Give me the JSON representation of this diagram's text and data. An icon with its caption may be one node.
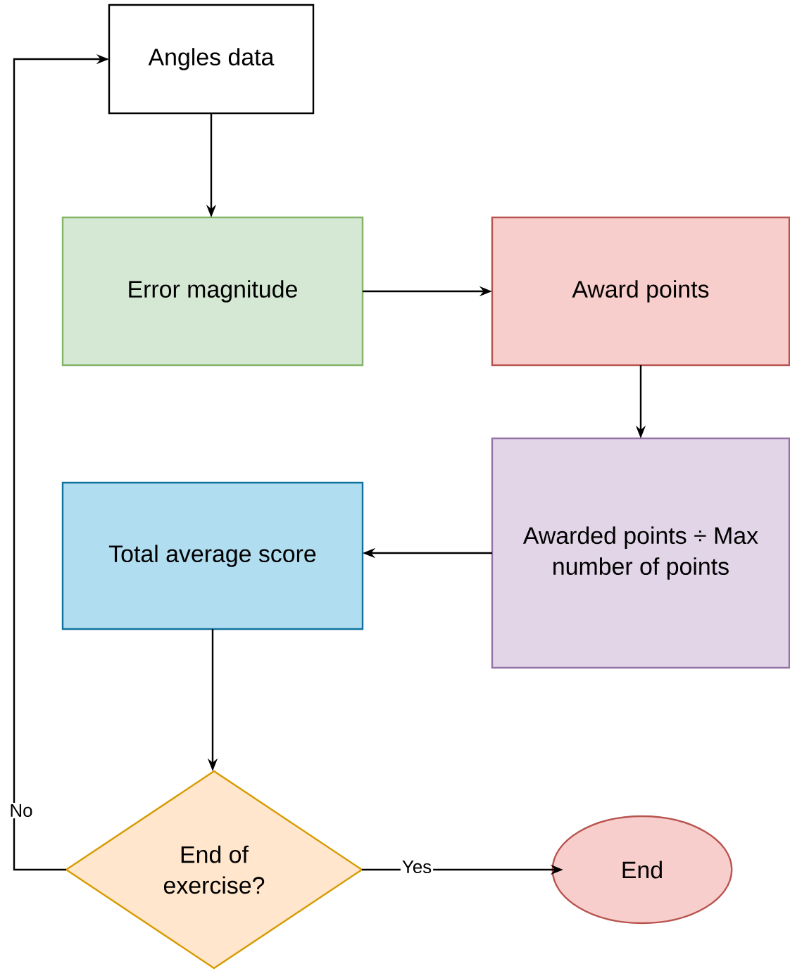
{
  "diagram": {
    "nodes": [
      {
        "text": [
          "Angles data"
        ]
      },
      {
        "text": [
          "Error magnitude"
        ]
      },
      {
        "text": [
          "Award points"
        ]
      },
      {
        "text": [
          "Awarded points ÷ Max number of points"
        ]
      },
      {
        "text": [
          "Total average score"
        ]
      },
      {
        "text": [
          "End of exercise?"
        ]
      },
      {
        "text": [
          "End"
        ]
      }
    ],
    "edges": [
      {
        "from": 0,
        "to": 1,
        "arrow": "to"
      },
      {
        "from": 1,
        "to": 2,
        "arrow": "to"
      },
      {
        "from": 2,
        "to": 3,
        "arrow": "to"
      },
      {
        "from": 3,
        "to": 4,
        "arrow": "to"
      },
      {
        "from": 4,
        "to": 5,
        "arrow": "to"
      },
      {
        "from": 5,
        "to": 6,
        "arrow": "to",
        "label": "Yes"
      },
      {
        "from": 5,
        "to": 0,
        "arrow": "to",
        "label": "No"
      }
    ]
  }
}
